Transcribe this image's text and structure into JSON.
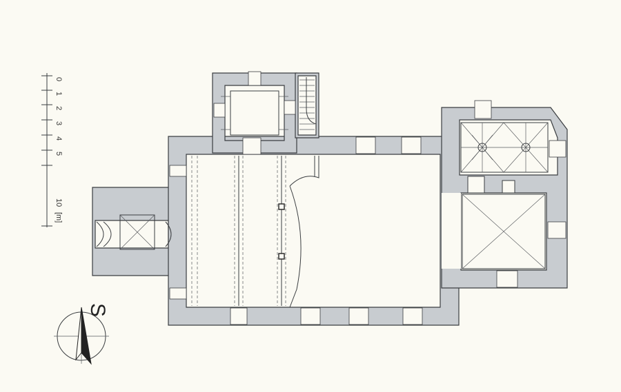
{
  "scale_bar": {
    "labels": [
      "0",
      "1",
      "2",
      "3",
      "4",
      "5",
      "10",
      "[m]"
    ]
  },
  "orientation": {
    "letter": "S"
  },
  "colors": {
    "wall_fill": "#c8ccd0",
    "line": "#3a3d40",
    "background": "#fbfaf3"
  }
}
